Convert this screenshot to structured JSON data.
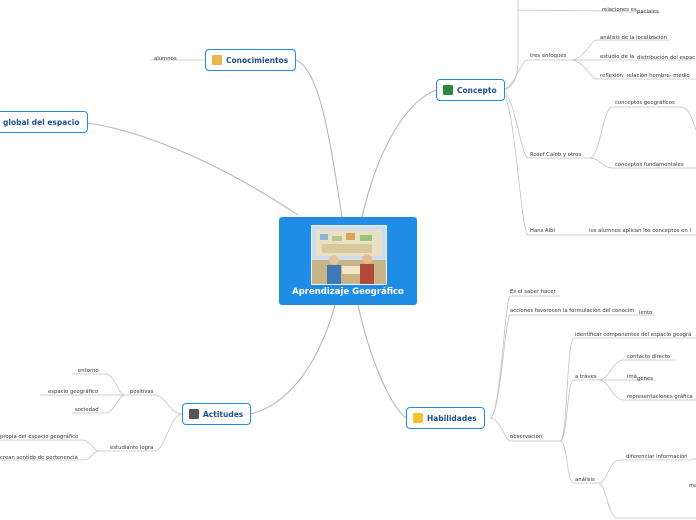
{
  "central": {
    "title": "Aprendizaje Geográfico",
    "image": "classroom-illustration"
  },
  "topics": {
    "conocimientos": {
      "label": "Conocimientos",
      "icon": "notepad-icon",
      "icon_color": "#e8b64a"
    },
    "global": {
      "label": "global del espacio"
    },
    "concepto": {
      "label": "Concepto",
      "icon": "book-icon",
      "icon_color": "#2e8b3d"
    },
    "habilidades": {
      "label": "Habilidades",
      "icon": "folder-icon",
      "icon_color": "#f2c230"
    },
    "actitudes": {
      "label": "Actitudes",
      "icon": "film-icon",
      "icon_color": "#555555"
    }
  },
  "leaves": {
    "alumnos": "alumnos",
    "relaciones": "relaciones es",
    "paciales": "paciales",
    "tres_enfoques": "tres enfoques",
    "analisis_localizacion": "análisis de la localización",
    "estudio_de_la": "estudio de la",
    "distribucion": "distribución del espac",
    "reflexion": "reflexión: relación hombre- medio",
    "rosef": "Rosef Calob y otros",
    "conceptos_geograficos": "conceptos geográficos",
    "conceptos_fundamentales": "conceptos fundamentales",
    "hans": "Hans Albi",
    "alumnos_aplican": "los alumnos aplican los conceptos en l",
    "saber_hacer": "Es el saber hacer",
    "acciones_a": "acciones favorecen la formulación del conocim",
    "acciones_b": "iento",
    "identificar": "identificar componentes del espacio geográ",
    "a_traves": "a tráves",
    "contacto": "contacto directo",
    "ima": "imá",
    "genes": "genes",
    "representaciones": "representaciones gráfica",
    "observacion": "observación",
    "diferenciar": "diferenciar información",
    "analisis": "análisis",
    "ma": "ma",
    "entorno": "entorno",
    "espacio_geo": "espacio geográfico",
    "positivas": "positivas",
    "sociedad": "sociedad",
    "propia": "propia del espacio geográfico",
    "estudiante_logra": "estudiante logra",
    "crean": "crean sentido de pertenencia"
  },
  "colors": {
    "accent": "#1f8de6",
    "topic_text": "#1d4f8a",
    "curve": "#b5b5b5"
  }
}
